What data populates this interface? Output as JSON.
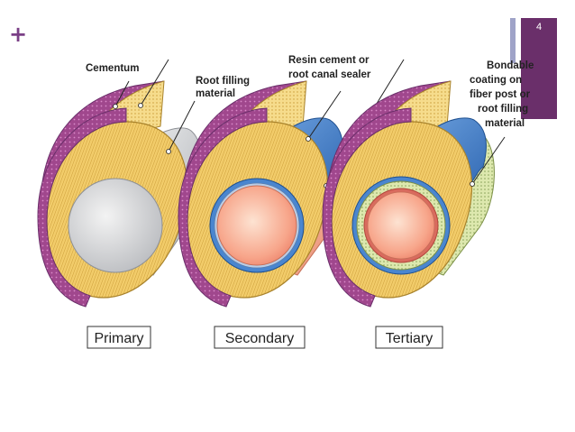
{
  "slide": {
    "page_number": "4",
    "plus_symbol": "+"
  },
  "labels": {
    "cementum": "Cementum",
    "root_filling_1": "Root filling",
    "root_filling_2": "material",
    "resin_1": "Resin cement or",
    "resin_2": "root canal sealer",
    "bond_1": "Bondable",
    "bond_2": "coating on",
    "bond_3": "fiber post or",
    "bond_4": "root filling",
    "bond_5": "material"
  },
  "captions": {
    "primary": "Primary",
    "secondary": "Secondary",
    "tertiary": "Tertiary"
  },
  "colors": {
    "accent_purple": "#6a2f6a",
    "cementum": "#9b3f86",
    "dentin": "#f2cc6a",
    "gutta_percha_grey": "#d9dadc",
    "filling_pink": "#f6a98a",
    "sealer_blue": "#4a86cf",
    "coating_green": "#dbe6a9"
  }
}
